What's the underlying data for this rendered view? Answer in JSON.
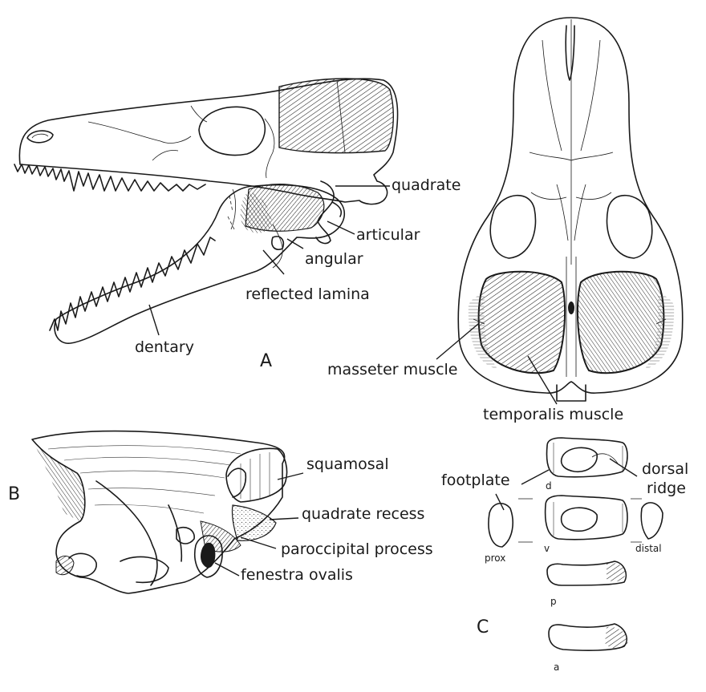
{
  "labels": {
    "quadrate": "quadrate",
    "articular": "articular",
    "angular": "angular",
    "reflected_lamina": "reflected lamina",
    "dentary": "dentary",
    "panel_a": "A",
    "masseter_muscle": "masseter muscle",
    "temporalis_muscle": "temporalis muscle",
    "panel_b": "B",
    "squamosal": "squamosal",
    "quadrate_recess": "quadrate recess",
    "paroccipital_process": "paroccipital process",
    "fenestra_ovalis": "fenestra ovalis",
    "panel_c": "C",
    "footplate": "footplate",
    "dorsal_ridge_line1": "dorsal",
    "dorsal_ridge_line2": "ridge",
    "view_d": "d",
    "view_prox": "prox",
    "view_v": "v",
    "view_distal": "distal",
    "view_p": "p",
    "view_a": "a"
  },
  "colors": {
    "ink": "#1a1a1a",
    "background": "#ffffff"
  }
}
